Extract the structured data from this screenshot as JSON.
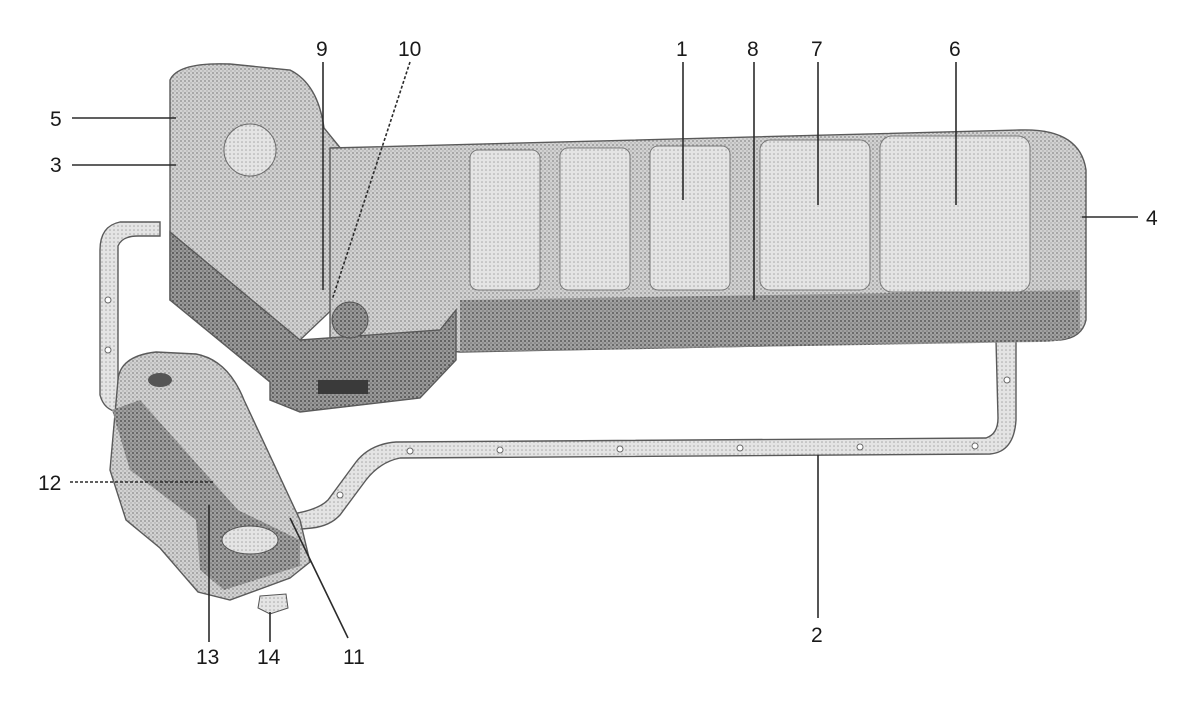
{
  "diagram": {
    "callouts": [
      {
        "id": "c1",
        "label": "1"
      },
      {
        "id": "c2",
        "label": "2"
      },
      {
        "id": "c3",
        "label": "3"
      },
      {
        "id": "c4",
        "label": "4"
      },
      {
        "id": "c5",
        "label": "5"
      },
      {
        "id": "c6",
        "label": "6"
      },
      {
        "id": "c7",
        "label": "7"
      },
      {
        "id": "c8",
        "label": "8"
      },
      {
        "id": "c9",
        "label": "9"
      },
      {
        "id": "c10",
        "label": "10"
      },
      {
        "id": "c11",
        "label": "11"
      },
      {
        "id": "c12",
        "label": "12"
      },
      {
        "id": "c13",
        "label": "13"
      },
      {
        "id": "c14",
        "label": "14"
      }
    ],
    "colors": {
      "pan_fill": "#c9c9c9",
      "pan_dark": "#8f8f8f",
      "gasket": "#d6d6d6",
      "line": "#2b2b2b"
    }
  }
}
